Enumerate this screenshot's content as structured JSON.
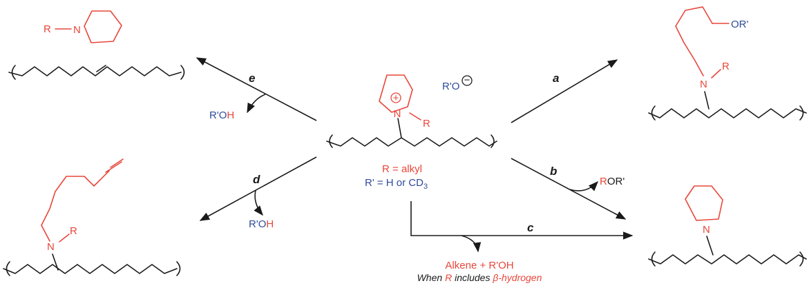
{
  "colors": {
    "red": "#e8463a",
    "blue": "#2e4b9a",
    "black": "#1a1a1a"
  },
  "pathway_labels": {
    "a": "a",
    "b": "b",
    "c": "c",
    "d": "d",
    "e": "e"
  },
  "center": {
    "atom_n": "N",
    "charge": "+",
    "substituent_r": "R",
    "anion": "R'O",
    "anion_charge": "−",
    "def_r": "R = alkyl",
    "def_rprime_pre": "R' = H or CD",
    "def_rprime_sub": "3"
  },
  "top_left": {
    "r": "R",
    "dash": "—",
    "n": "N"
  },
  "top_right": {
    "n": "N",
    "r": "R",
    "or_prime": "OR'"
  },
  "bottom_left": {
    "n": "N",
    "r": "R"
  },
  "bottom_right": {
    "n": "N"
  },
  "byproducts": {
    "e_rprime": "R'O",
    "e_h": "H",
    "d_rprime": "R'O",
    "d_h": "H",
    "b_r": "R",
    "b_orprime": "OR'",
    "c_main": "Alkene + R'OH",
    "c_note_pre": "When ",
    "c_note_r": "R",
    "c_note_mid": " includes ",
    "c_note_beta": "β-hydrogen"
  }
}
